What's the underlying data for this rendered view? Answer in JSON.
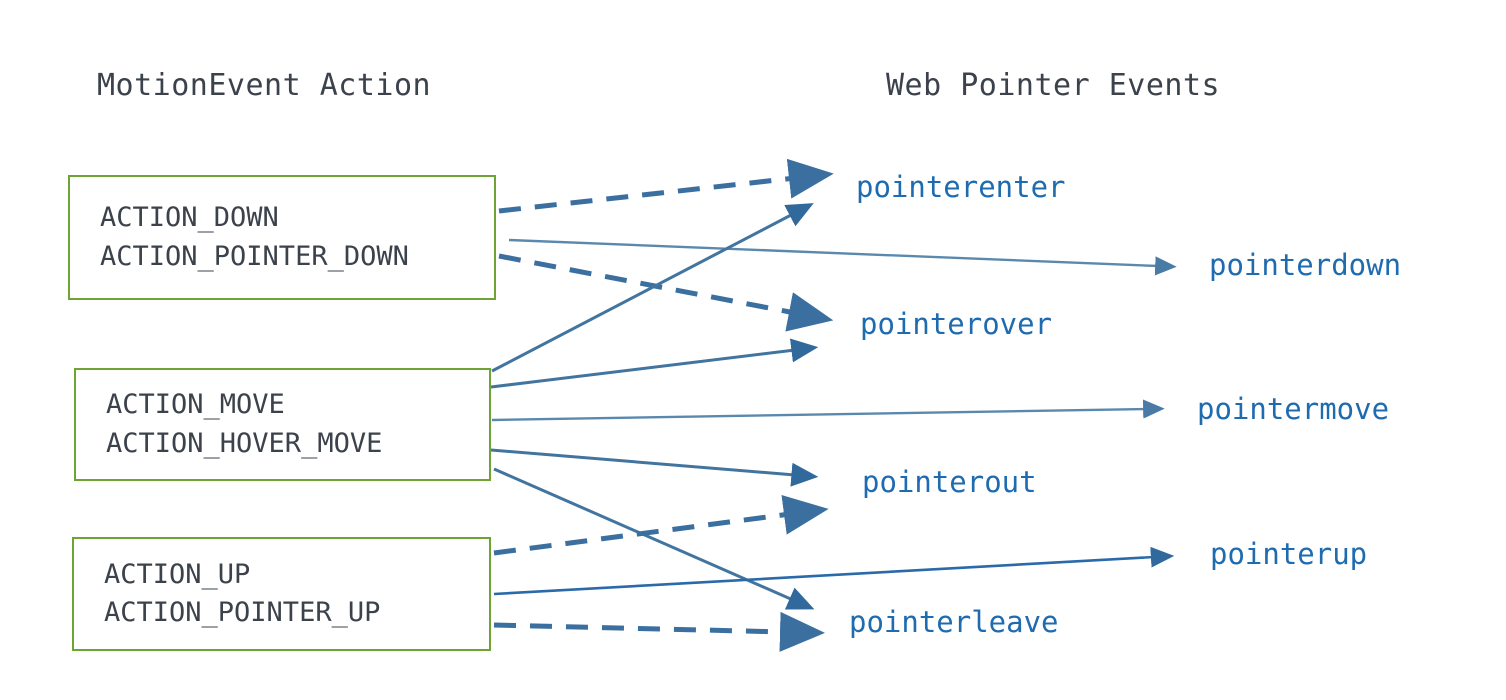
{
  "diagram": {
    "title": "MotionEvent Action to Web Pointer Events mapping",
    "background": "#ffffff",
    "colors": {
      "box_border": "#6eA436",
      "box_text": "#3b424b",
      "header_text": "#3b424b",
      "event_text": "#1f6bb0",
      "arrow": "#3a6f9f",
      "arrow_light": "#5b89ae"
    }
  },
  "headers": {
    "left": "MotionEvent Action",
    "right": "Web Pointer Events"
  },
  "action_boxes": [
    {
      "id": "down",
      "lines": [
        "ACTION_DOWN",
        "ACTION_POINTER_DOWN"
      ]
    },
    {
      "id": "move",
      "lines": [
        "ACTION_MOVE",
        "ACTION_HOVER_MOVE"
      ]
    },
    {
      "id": "up",
      "lines": [
        "ACTION_UP",
        "ACTION_POINTER_UP"
      ]
    }
  ],
  "pointer_events": [
    {
      "id": "pointerenter",
      "label": "pointerenter"
    },
    {
      "id": "pointerdown",
      "label": "pointerdown"
    },
    {
      "id": "pointerover",
      "label": "pointerover"
    },
    {
      "id": "pointermove",
      "label": "pointermove"
    },
    {
      "id": "pointerout",
      "label": "pointerout"
    },
    {
      "id": "pointerup",
      "label": "pointerup"
    },
    {
      "id": "pointerleave",
      "label": "pointerleave"
    }
  ],
  "connections": [
    {
      "from": "down",
      "to": "pointerenter",
      "style": "dashed"
    },
    {
      "from": "down",
      "to": "pointerdown",
      "style": "solid"
    },
    {
      "from": "down",
      "to": "pointerover",
      "style": "dashed"
    },
    {
      "from": "move",
      "to": "pointerenter",
      "style": "solid"
    },
    {
      "from": "move",
      "to": "pointerover",
      "style": "solid"
    },
    {
      "from": "move",
      "to": "pointermove",
      "style": "solid"
    },
    {
      "from": "move",
      "to": "pointerout",
      "style": "solid"
    },
    {
      "from": "move",
      "to": "pointerleave",
      "style": "solid"
    },
    {
      "from": "up",
      "to": "pointerout",
      "style": "dashed"
    },
    {
      "from": "up",
      "to": "pointerup",
      "style": "solid"
    },
    {
      "from": "up",
      "to": "pointerleave",
      "style": "dashed"
    }
  ]
}
